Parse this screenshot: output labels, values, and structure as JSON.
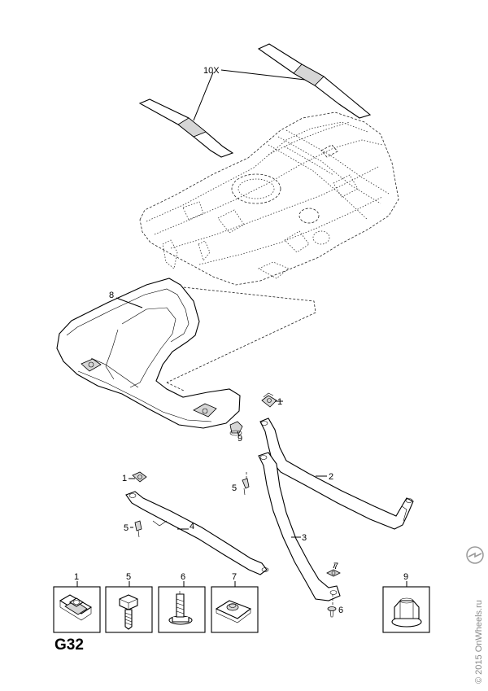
{
  "page": {
    "code": "G32",
    "watermark": "© 2015 OnWheels.ru"
  },
  "callouts": {
    "strap_pad_qty": "10X",
    "heat_shield": "8",
    "clip_nut_a": "1",
    "clip_nut_b": "1",
    "cap_nut": "9",
    "strap_long": "2",
    "strap_middle": "3",
    "strap_front": "4",
    "bolt_a": "5",
    "bolt_b": "5",
    "screw": "6",
    "square_nut": "7"
  },
  "legend": [
    {
      "number": "1",
      "name": "clip-nut"
    },
    {
      "number": "5",
      "name": "hex-flange-bolt"
    },
    {
      "number": "6",
      "name": "screw-with-washer"
    },
    {
      "number": "7",
      "name": "square-weld-nut"
    },
    {
      "number": "9",
      "name": "cap-nut"
    }
  ],
  "colors": {
    "line": "#000000",
    "shade": "#d6d6d6",
    "watermark": "#8a8a8a"
  }
}
